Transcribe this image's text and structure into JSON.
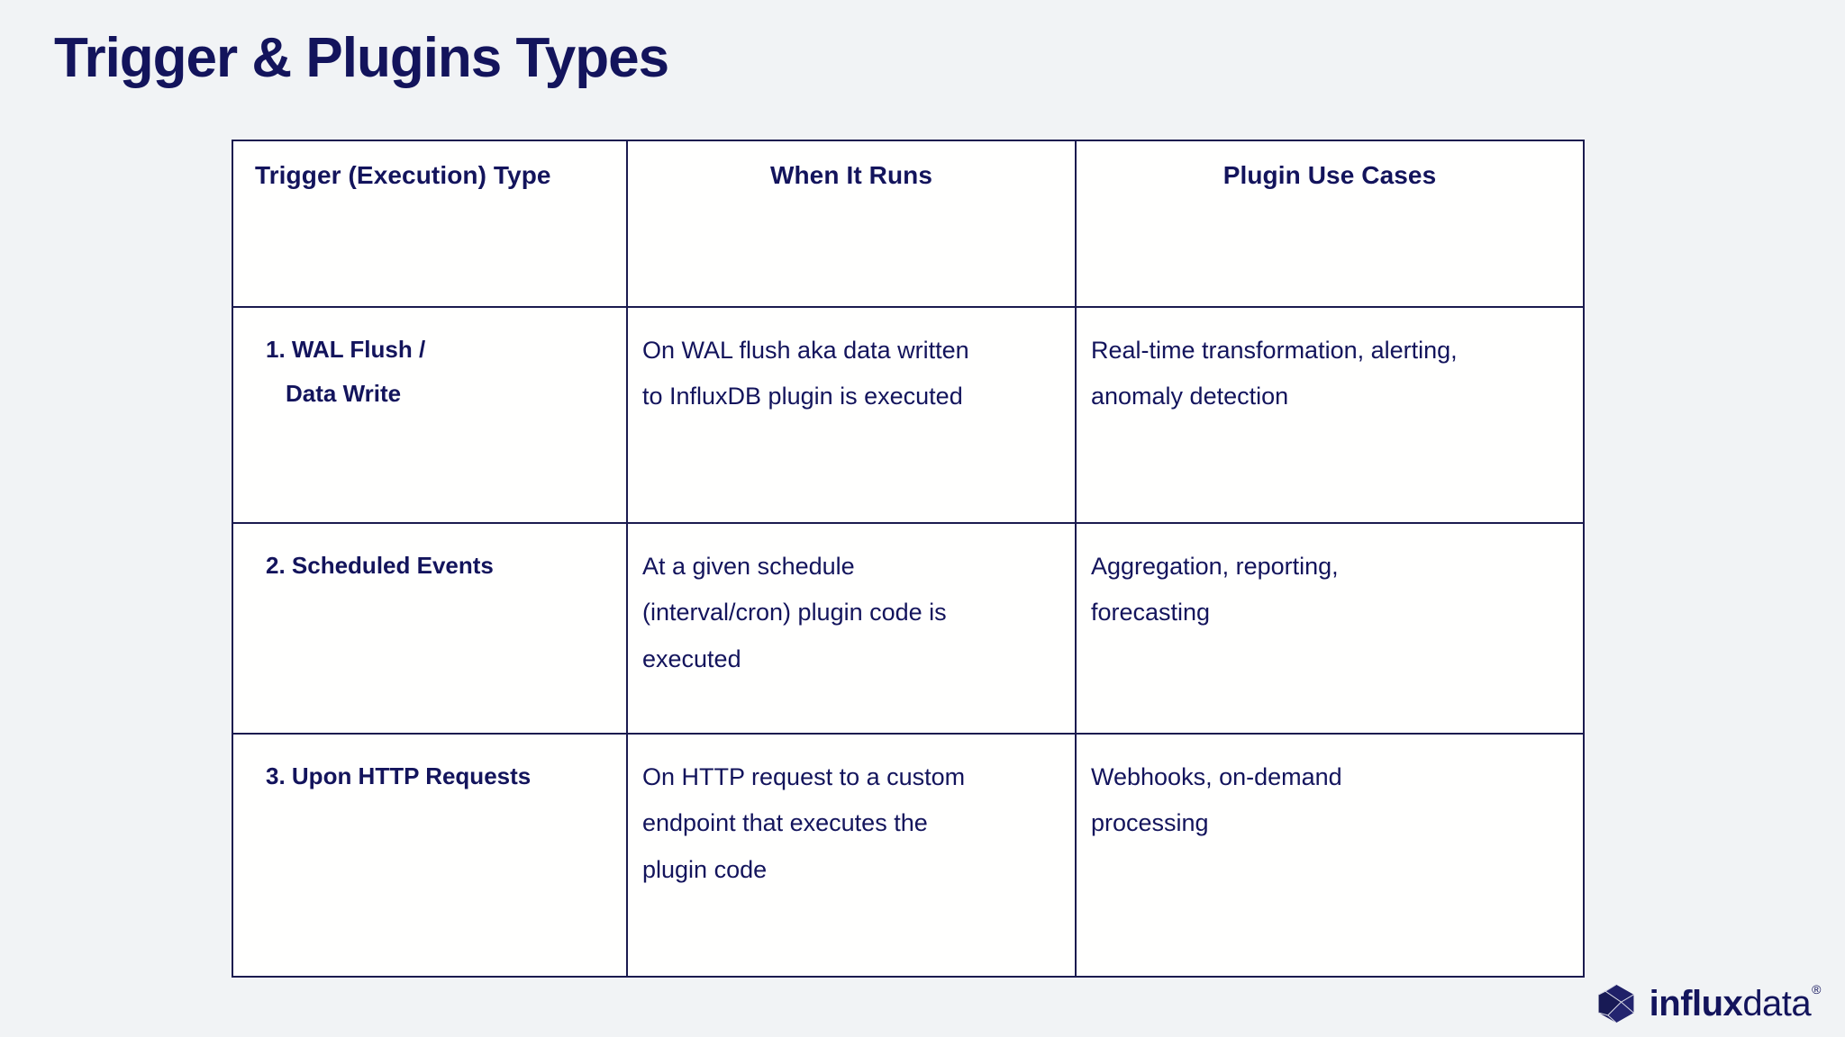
{
  "page": {
    "title": "Trigger & Plugins Types",
    "background_color": "#f1f3f5",
    "text_color": "#13145c",
    "border_color": "#1b1b4f"
  },
  "table": {
    "columns": [
      {
        "key": "type",
        "header": "Trigger (Execution) Type",
        "align": "left"
      },
      {
        "key": "when",
        "header": "When It Runs",
        "align": "center"
      },
      {
        "key": "usecase",
        "header": "Plugin Use Cases",
        "align": "center"
      }
    ],
    "rows": [
      {
        "type_lines": [
          "1. WAL Flush /",
          "Data Write"
        ],
        "when_lines": [
          "On WAL flush aka data written",
          "to InfluxDB plugin is executed"
        ],
        "usecase_lines": [
          "Real-time transformation, alerting,",
          "anomaly detection"
        ]
      },
      {
        "type_lines": [
          "2. Scheduled Events"
        ],
        "when_lines": [
          "At a given schedule",
          "(interval/cron) plugin code is",
          "executed"
        ],
        "usecase_lines": [
          "Aggregation, reporting,",
          "forecasting"
        ]
      },
      {
        "type_lines": [
          "3. Upon HTTP Requests"
        ],
        "when_lines": [
          "On HTTP request to a custom",
          "endpoint that executes the",
          "plugin code"
        ],
        "usecase_lines": [
          "Webhooks, on-demand",
          "processing"
        ]
      }
    ]
  },
  "logo": {
    "mark": "influxdata-polyhedron-icon",
    "word_bold": "influx",
    "word_light": "data",
    "registered_mark": "®",
    "color": "#13145c"
  }
}
